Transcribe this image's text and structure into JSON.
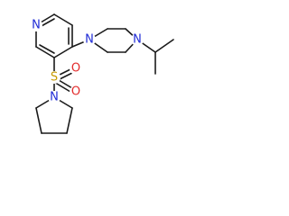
{
  "molecule": {
    "atoms": {
      "pyridine_n": "N",
      "piperazine_n1": "N",
      "piperazine_n4": "N",
      "sulfur": "S",
      "oxygen_top": "O",
      "oxygen_bottom": "O",
      "pyrrolidine_n": "N"
    },
    "colors": {
      "bond": "#1a1a1a",
      "nitrogen": "#1f2bd6",
      "sulfur": "#c79a00",
      "oxygen": "#e22a2a"
    }
  }
}
